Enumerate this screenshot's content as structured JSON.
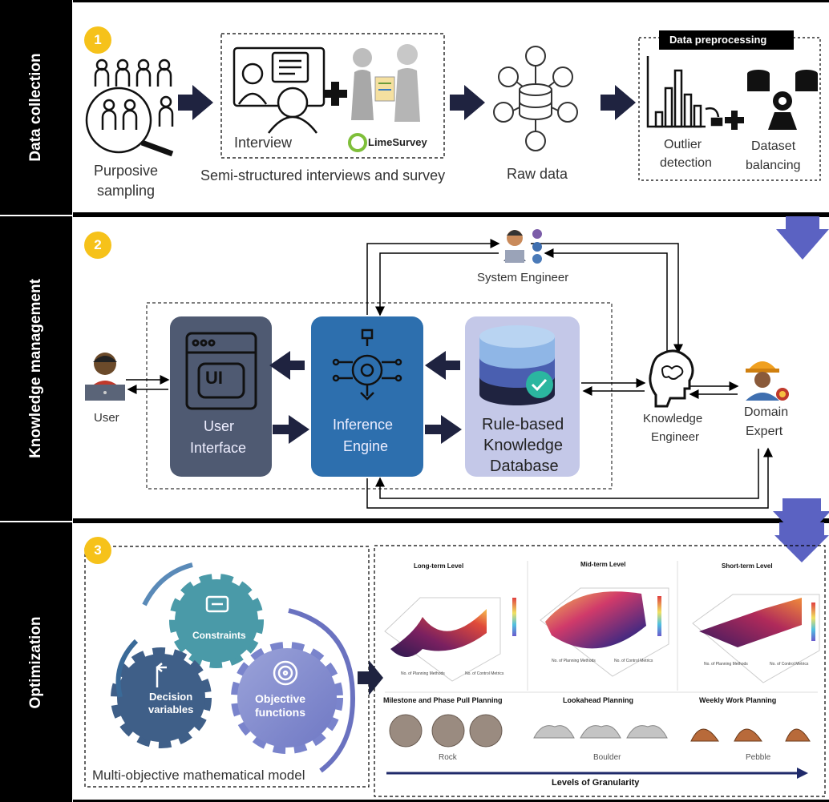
{
  "sections": {
    "s1": {
      "label": "Data collection",
      "number": "1"
    },
    "s2": {
      "label": "Knowledge management",
      "number": "2"
    },
    "s3": {
      "label": "Optimization",
      "number": "3"
    }
  },
  "data_collection": {
    "purposive_sampling_line1": "Purposive",
    "purposive_sampling_line2": "sampling",
    "interview": "Interview",
    "limesurvey": "LimeSurvey",
    "semi_structured": "Semi-structured interviews and survey",
    "raw_data": "Raw data",
    "preprocessing_title": "Data preprocessing",
    "outlier_line1": "Outlier",
    "outlier_line2": "detection",
    "balancing_line1": "Dataset",
    "balancing_line2": "balancing"
  },
  "knowledge_management": {
    "user": "User",
    "ui_icon_text": "UI",
    "ui_line1": "User",
    "ui_line2": "Interface",
    "ie_line1": "Inference",
    "ie_line2": "Engine",
    "kb_line1": "Rule-based",
    "kb_line2": "Knowledge",
    "kb_line3": "Database",
    "system_engineer": "System Engineer",
    "ke_line1": "Knowledge",
    "ke_line2": "Engineer",
    "de_line1": "Domain",
    "de_line2": "Expert"
  },
  "optimization": {
    "constraints": "Constraints",
    "decision_line1": "Decision",
    "decision_line2": "variables",
    "objective_line1": "Objective",
    "objective_line2": "functions",
    "model_caption": "Multi-objective mathematical model",
    "levels": [
      {
        "title": "Long-term Level",
        "planning": "Milestone and Phase Pull Planning",
        "material": "Rock"
      },
      {
        "title": "Mid-term Level",
        "planning": "Lookahead Planning",
        "material": "Boulder"
      },
      {
        "title": "Short-term Level",
        "planning": "Weekly Work Planning",
        "material": "Pebble"
      }
    ],
    "axis_x": "No. of Planning Methods",
    "axis_y": "No. of Control Metrics",
    "granularity": "Levels of Granularity"
  },
  "colors": {
    "badge": "#f6c21a",
    "arrow_dark": "#1f2340",
    "arrow_blue": "#5b62c2",
    "ui_box": "#4f5a72",
    "ie_box": "#2d6fae",
    "kb_box": "#c4c8e8"
  }
}
